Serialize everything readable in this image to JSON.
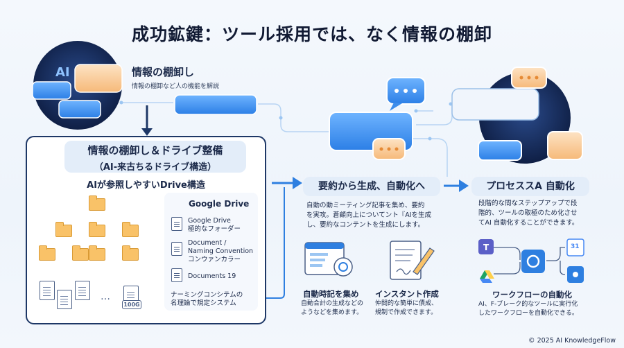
{
  "title": "成功鉱鍵：ツール採用では、なく情報の棚卸",
  "section1": {
    "title": "情報の棚卸し",
    "subtitle": "情報の棚卸など人の機能を解説",
    "ai_badge": "AI"
  },
  "left_panel": {
    "title_line1": "情報の棚卸し＆ドライブ整備",
    "title_line2": "（AI-来古ちるドライブ構造）",
    "drive_heading": "AIが参照しやすいDrive構造",
    "google_drive": {
      "title": "Google Drive",
      "items": [
        "Google Drive\n極的なフォーダー",
        "Document /\nNaming Convention\nコンウァンカラー",
        "Documents 19",
        "ナーミングコンシテムの\n名理論で規定システム"
      ]
    },
    "ellipsis": "…",
    "file_tag": "100G"
  },
  "middle": {
    "heading": "要約から生成、自動化へ",
    "description": "自動の動ミーティング記事を集め、要約\nを実攻。蒼顧向上についてント『AIを生成\nし、要約なコンテントを生成にします。",
    "feature1": {
      "title": "自動時記を集め",
      "description": "自動合計の生成などの\nようなどを集めます。"
    },
    "feature2": {
      "title": "インスタント作成",
      "description": "仲間的な簡単に債成、\n規制で作成できます。"
    }
  },
  "right": {
    "heading": "プロセススA 自動化",
    "description": "段階的な間なステップアップで段\n階的、ツールの取極のため化させ\nてAI 自動化することができます。",
    "workflow": {
      "title": "ワークフローの自動化",
      "description": "AI、F-ブレーク的なツールに実行化\nしたワークフローを自動化できる。",
      "calendar_number": "31"
    }
  },
  "footer": "© 2025 AI KnowledgeFlow",
  "colors": {
    "navy": "#1d3766",
    "accent_blue": "#2e7fe0",
    "pill_bg": "#e3edf9",
    "bubble_orange": "#fbd0a0"
  }
}
